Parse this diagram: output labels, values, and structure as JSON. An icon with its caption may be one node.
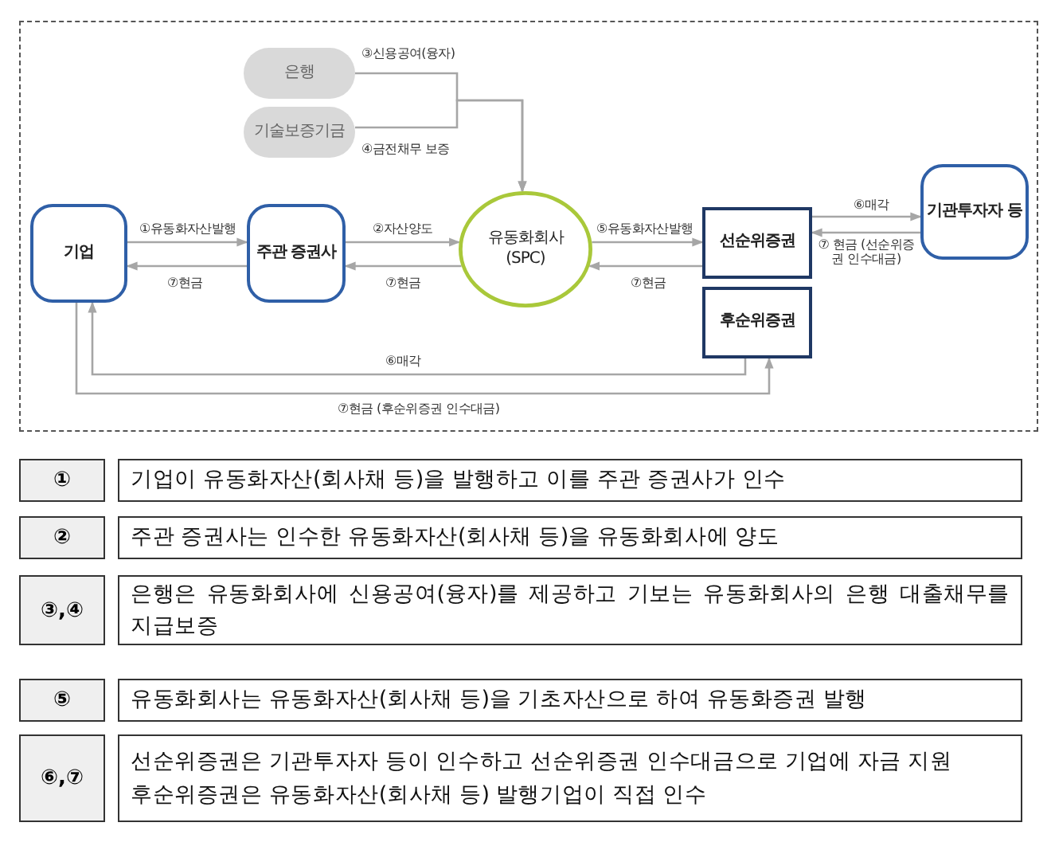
{
  "diagram": {
    "nodes": [
      {
        "text": [
          "은행"
        ]
      },
      {
        "text": [
          "기술보증기금"
        ]
      },
      {
        "text": [
          "기업"
        ]
      },
      {
        "text": [
          "주관 증권사"
        ]
      },
      {
        "text": [
          "유동화회사 (SPC)"
        ]
      },
      {
        "text": [
          "선순위증권"
        ]
      },
      {
        "text": [
          "후순위증권"
        ]
      },
      {
        "text": [
          "기관투자자 등"
        ]
      }
    ],
    "edges": [
      {
        "from": 0,
        "to": 4,
        "arrow": "to",
        "label": "③신용공여(융자)"
      },
      {
        "from": 1,
        "to": 4,
        "arrow": "to",
        "label": "④금전채무 보증"
      },
      {
        "from": 2,
        "to": 3,
        "arrow": "to",
        "label": "①유동화자산발행"
      },
      {
        "from": 3,
        "to": 2,
        "arrow": "to",
        "label": "⑦현금"
      },
      {
        "from": 3,
        "to": 4,
        "arrow": "to",
        "label": "②자산양도"
      },
      {
        "from": 4,
        "to": 3,
        "arrow": "to",
        "label": "⑦현금"
      },
      {
        "from": 4,
        "to": 5,
        "arrow": "to",
        "label": "⑤유동화자산발행"
      },
      {
        "from": 5,
        "to": 4,
        "arrow": "to",
        "label": "⑦현금"
      },
      {
        "from": 5,
        "to": 7,
        "arrow": "to",
        "label": "⑥매각"
      },
      {
        "from": 7,
        "to": 5,
        "arrow": "to",
        "label": "⑦ 현금 (선순위증권 인수대금)"
      },
      {
        "from": 6,
        "to": 2,
        "arrow": "to",
        "label": "⑥매각"
      },
      {
        "from": 2,
        "to": 6,
        "arrow": "to",
        "label": "⑦현금 (후순위증권 인수대금)"
      }
    ],
    "labels": [
      "①",
      "기업이 유동화자산(회사채 등)을 발행하고 이를 주관 증권사가 인수",
      "②",
      "주관 증권사는 인수한 유동화자산(회사채 등)을 유동화회사에 양도",
      "③,④",
      "은행은 유동화회사에 신용공여(융자)를 제공하고 기보는 유동화회사의 은행 대출채무를 지급보증",
      "⑤",
      "유동화회사는 유동화자산(회사채 등)을 기초자산으로 하여 유동화증권 발행",
      "⑥,⑦",
      "선순위증권은 기관투자자 등이 인수하고 선순위증권 인수대금으로 기업에 자금 지원",
      "후순위증권은 유동화자산(회사채 등) 발행기업이 직접 인수"
    ]
  }
}
